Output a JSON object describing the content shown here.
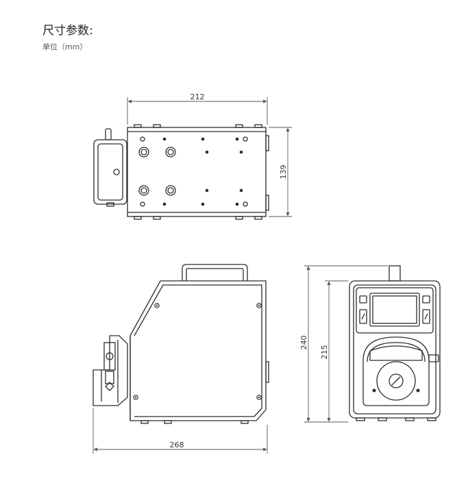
{
  "header": {
    "title": "尺寸参数:",
    "unit_label": "单位（mm）"
  },
  "dimensions": {
    "top_width": "212",
    "top_height": "139",
    "side_length": "268",
    "front_total_height": "240",
    "front_body_height": "215"
  },
  "colors": {
    "line": "#2b2b2b",
    "dim_line": "#555555"
  }
}
